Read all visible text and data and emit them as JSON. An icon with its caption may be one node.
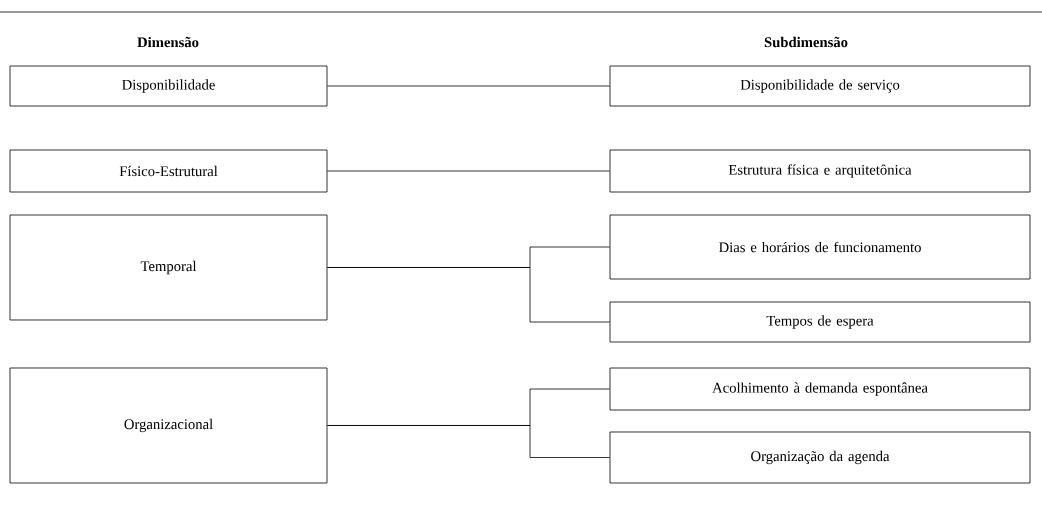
{
  "diagram": {
    "nodes": [
      {
        "text": [
          "Disponibilidade"
        ]
      },
      {
        "text": [
          "Físico-Estrutural"
        ]
      },
      {
        "text": [
          "Temporal"
        ]
      },
      {
        "text": [
          "Organizacional"
        ]
      },
      {
        "text": [
          "Disponibilidade de serviço"
        ]
      },
      {
        "text": [
          "Estrutura física e arquitetônica"
        ]
      },
      {
        "text": [
          "Dias e horários de funcionamento"
        ]
      },
      {
        "text": [
          "Tempos de espera"
        ]
      },
      {
        "text": [
          "Acolhimento à demanda espontânea"
        ]
      },
      {
        "text": [
          "Organização da agenda"
        ]
      }
    ],
    "edges": [
      {
        "from": 0,
        "to": 4,
        "arrow": "none"
      },
      {
        "from": 1,
        "to": 5,
        "arrow": "none"
      },
      {
        "from": 2,
        "to": 6,
        "arrow": "none"
      },
      {
        "from": 2,
        "to": 7,
        "arrow": "none"
      },
      {
        "from": 3,
        "to": 8,
        "arrow": "none"
      },
      {
        "from": 3,
        "to": 9,
        "arrow": "none"
      }
    ],
    "labels": [
      "Dimensão",
      "Subdimensão"
    ]
  }
}
